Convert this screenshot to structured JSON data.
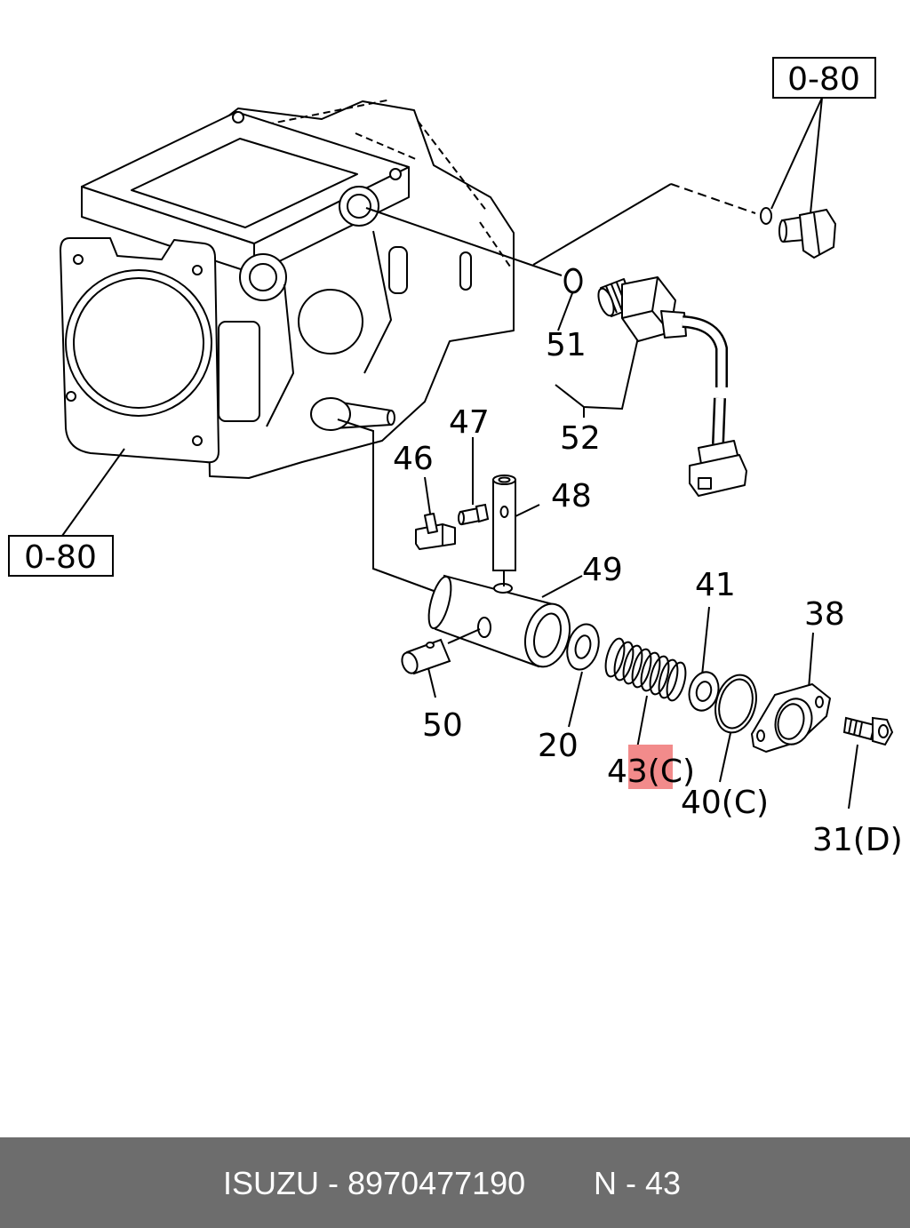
{
  "diagram": {
    "ref_boxes": [
      "0-80",
      "0-80"
    ],
    "callouts": [
      "51",
      "52",
      "47",
      "46",
      "48",
      "49",
      "41",
      "38",
      "50",
      "20",
      "43(C)",
      "40(C)",
      "31(D)"
    ],
    "highlight_color": "#f28b8b"
  },
  "footer": {
    "part_label": "ISUZU - 8970477190",
    "page_label": "N - 43",
    "background_color": "#6d6d6d",
    "text_color": "#ffffff"
  }
}
